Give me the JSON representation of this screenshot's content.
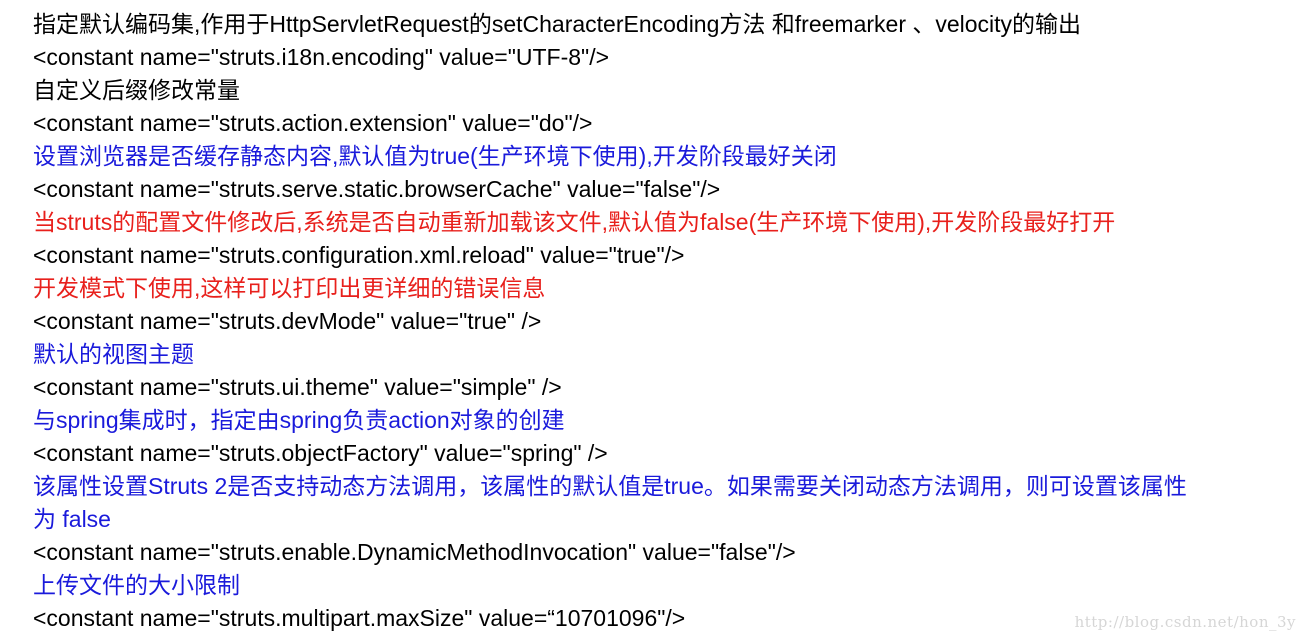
{
  "colors": {
    "black": "#000000",
    "blue": "#1a1adb",
    "red": "#e8201c",
    "watermark": "#d6d6d6"
  },
  "lines": [
    {
      "text": "指定默认编码集,作用于HttpServletRequest的setCharacterEncoding方法 和freemarker 、velocity的输出",
      "color": "black"
    },
    {
      "text": "<constant name=\"struts.i18n.encoding\" value=\"UTF-8\"/>",
      "color": "black"
    },
    {
      "text": "自定义后缀修改常量",
      "color": "black"
    },
    {
      "text": "<constant name=\"struts.action.extension\" value=\"do\"/>",
      "color": "black"
    },
    {
      "text": "设置浏览器是否缓存静态内容,默认值为true(生产环境下使用),开发阶段最好关闭",
      "color": "blue"
    },
    {
      "text": "<constant name=\"struts.serve.static.browserCache\" value=\"false\"/>",
      "color": "black"
    },
    {
      "text": "当struts的配置文件修改后,系统是否自动重新加载该文件,默认值为false(生产环境下使用),开发阶段最好打开",
      "color": "red"
    },
    {
      "text": "<constant name=\"struts.configuration.xml.reload\" value=\"true\"/>",
      "color": "black"
    },
    {
      "text": "开发模式下使用,这样可以打印出更详细的错误信息",
      "color": "red"
    },
    {
      "text": "<constant name=\"struts.devMode\" value=\"true\" />",
      "color": "black"
    },
    {
      "text": "默认的视图主题",
      "color": "blue"
    },
    {
      "text": "<constant name=\"struts.ui.theme\" value=\"simple\" />",
      "color": "black"
    },
    {
      "text": "与spring集成时，指定由spring负责action对象的创建",
      "color": "blue"
    },
    {
      "text": "<constant name=\"struts.objectFactory\" value=\"spring\" />",
      "color": "black"
    },
    {
      "text": "该属性设置Struts 2是否支持动态方法调用，该属性的默认值是true。如果需要关闭动态方法调用，则可设置该属性",
      "color": "blue"
    },
    {
      "text": "为 false",
      "color": "blue"
    },
    {
      "text": "<constant name=\"struts.enable.DynamicMethodInvocation\" value=\"false\"/>",
      "color": "black"
    },
    {
      "text": "上传文件的大小限制",
      "color": "blue"
    },
    {
      "text": "<constant name=\"struts.multipart.maxSize\" value=“10701096\"/>",
      "color": "black"
    }
  ],
  "watermark": "http://blog.csdn.net/hon_3y"
}
